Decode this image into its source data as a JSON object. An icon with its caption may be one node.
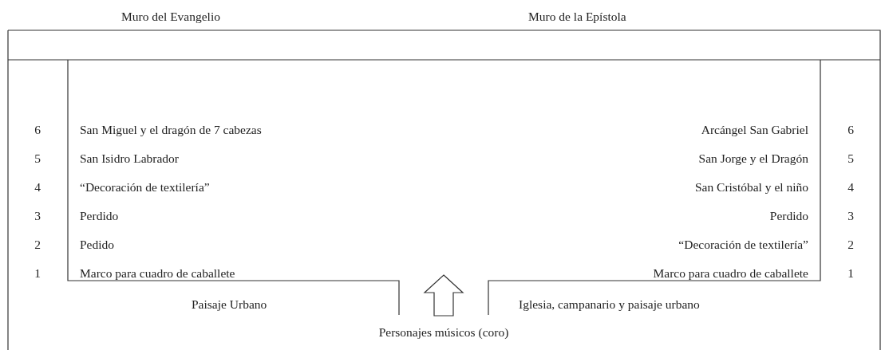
{
  "diagram": {
    "labels": [
      "Muro del Evangelio",
      "Muro de la Epístola",
      "6",
      "San Miguel y el dragón de 7 cabezas",
      "Arcángel San Gabriel",
      "6",
      "5",
      "San Isidro Labrador",
      "San Jorge y el Dragón",
      "5",
      "4",
      "“Decoración de textilería”",
      "San Cristóbal y el niño",
      "4",
      "3",
      "Perdido",
      "Perdido",
      "3",
      "2",
      "Pedido",
      "“Decoración de textilería”",
      "2",
      "1",
      "Marco para cuadro de caballete",
      "Marco para cuadro de caballete",
      "1",
      "Paisaje Urbano",
      "Iglesia, campanario y paisaje urbano",
      "Personajes músicos (coro)"
    ]
  }
}
